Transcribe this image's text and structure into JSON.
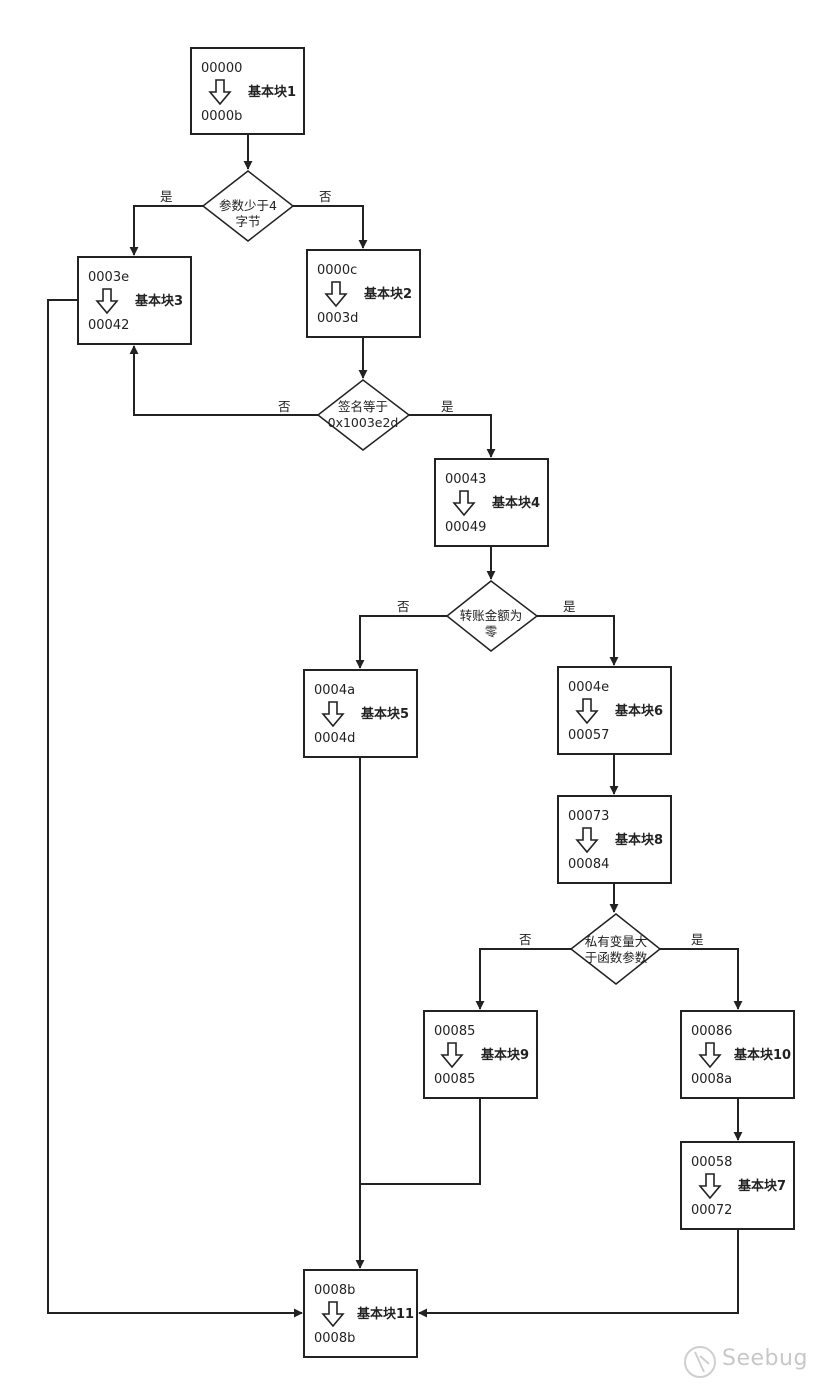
{
  "blocks": [
    {
      "id": "b1",
      "start": "00000",
      "end": "0000b",
      "label": "基本块1"
    },
    {
      "id": "b2",
      "start": "0000c",
      "end": "0003d",
      "label": "基本块2"
    },
    {
      "id": "b3",
      "start": "0003e",
      "end": "00042",
      "label": "基本块3"
    },
    {
      "id": "b4",
      "start": "00043",
      "end": "00049",
      "label": "基本块4"
    },
    {
      "id": "b5",
      "start": "0004a",
      "end": "0004d",
      "label": "基本块5"
    },
    {
      "id": "b6",
      "start": "0004e",
      "end": "00057",
      "label": "基本块6"
    },
    {
      "id": "b8",
      "start": "00073",
      "end": "00084",
      "label": "基本块8"
    },
    {
      "id": "b9",
      "start": "00085",
      "end": "00085",
      "label": "基本块9"
    },
    {
      "id": "b10",
      "start": "00086",
      "end": "0008a",
      "label": "基本块10"
    },
    {
      "id": "b7",
      "start": "00058",
      "end": "00072",
      "label": "基本块7"
    },
    {
      "id": "b11",
      "start": "0008b",
      "end": "0008b",
      "label": "基本块11"
    }
  ],
  "conditions": [
    {
      "id": "d1",
      "lines": [
        "参数少于4",
        "字节"
      ]
    },
    {
      "id": "d2",
      "lines": [
        "签名等于",
        "0x1003e2d"
      ]
    },
    {
      "id": "d3",
      "lines": [
        "转账金额为",
        "零"
      ]
    },
    {
      "id": "d4",
      "lines": [
        "私有变量大",
        "于函数参数"
      ]
    }
  ],
  "edge_labels": {
    "d1_yes": "是",
    "d1_no": "否",
    "d2_no": "否",
    "d2_yes": "是",
    "d3_no": "否",
    "d3_yes": "是",
    "d4_no": "否",
    "d4_yes": "是"
  },
  "watermark": {
    "text": "Seebug",
    "color": "#c8c8c8"
  },
  "colors": {
    "stroke": "#222222",
    "background": "#ffffff"
  }
}
